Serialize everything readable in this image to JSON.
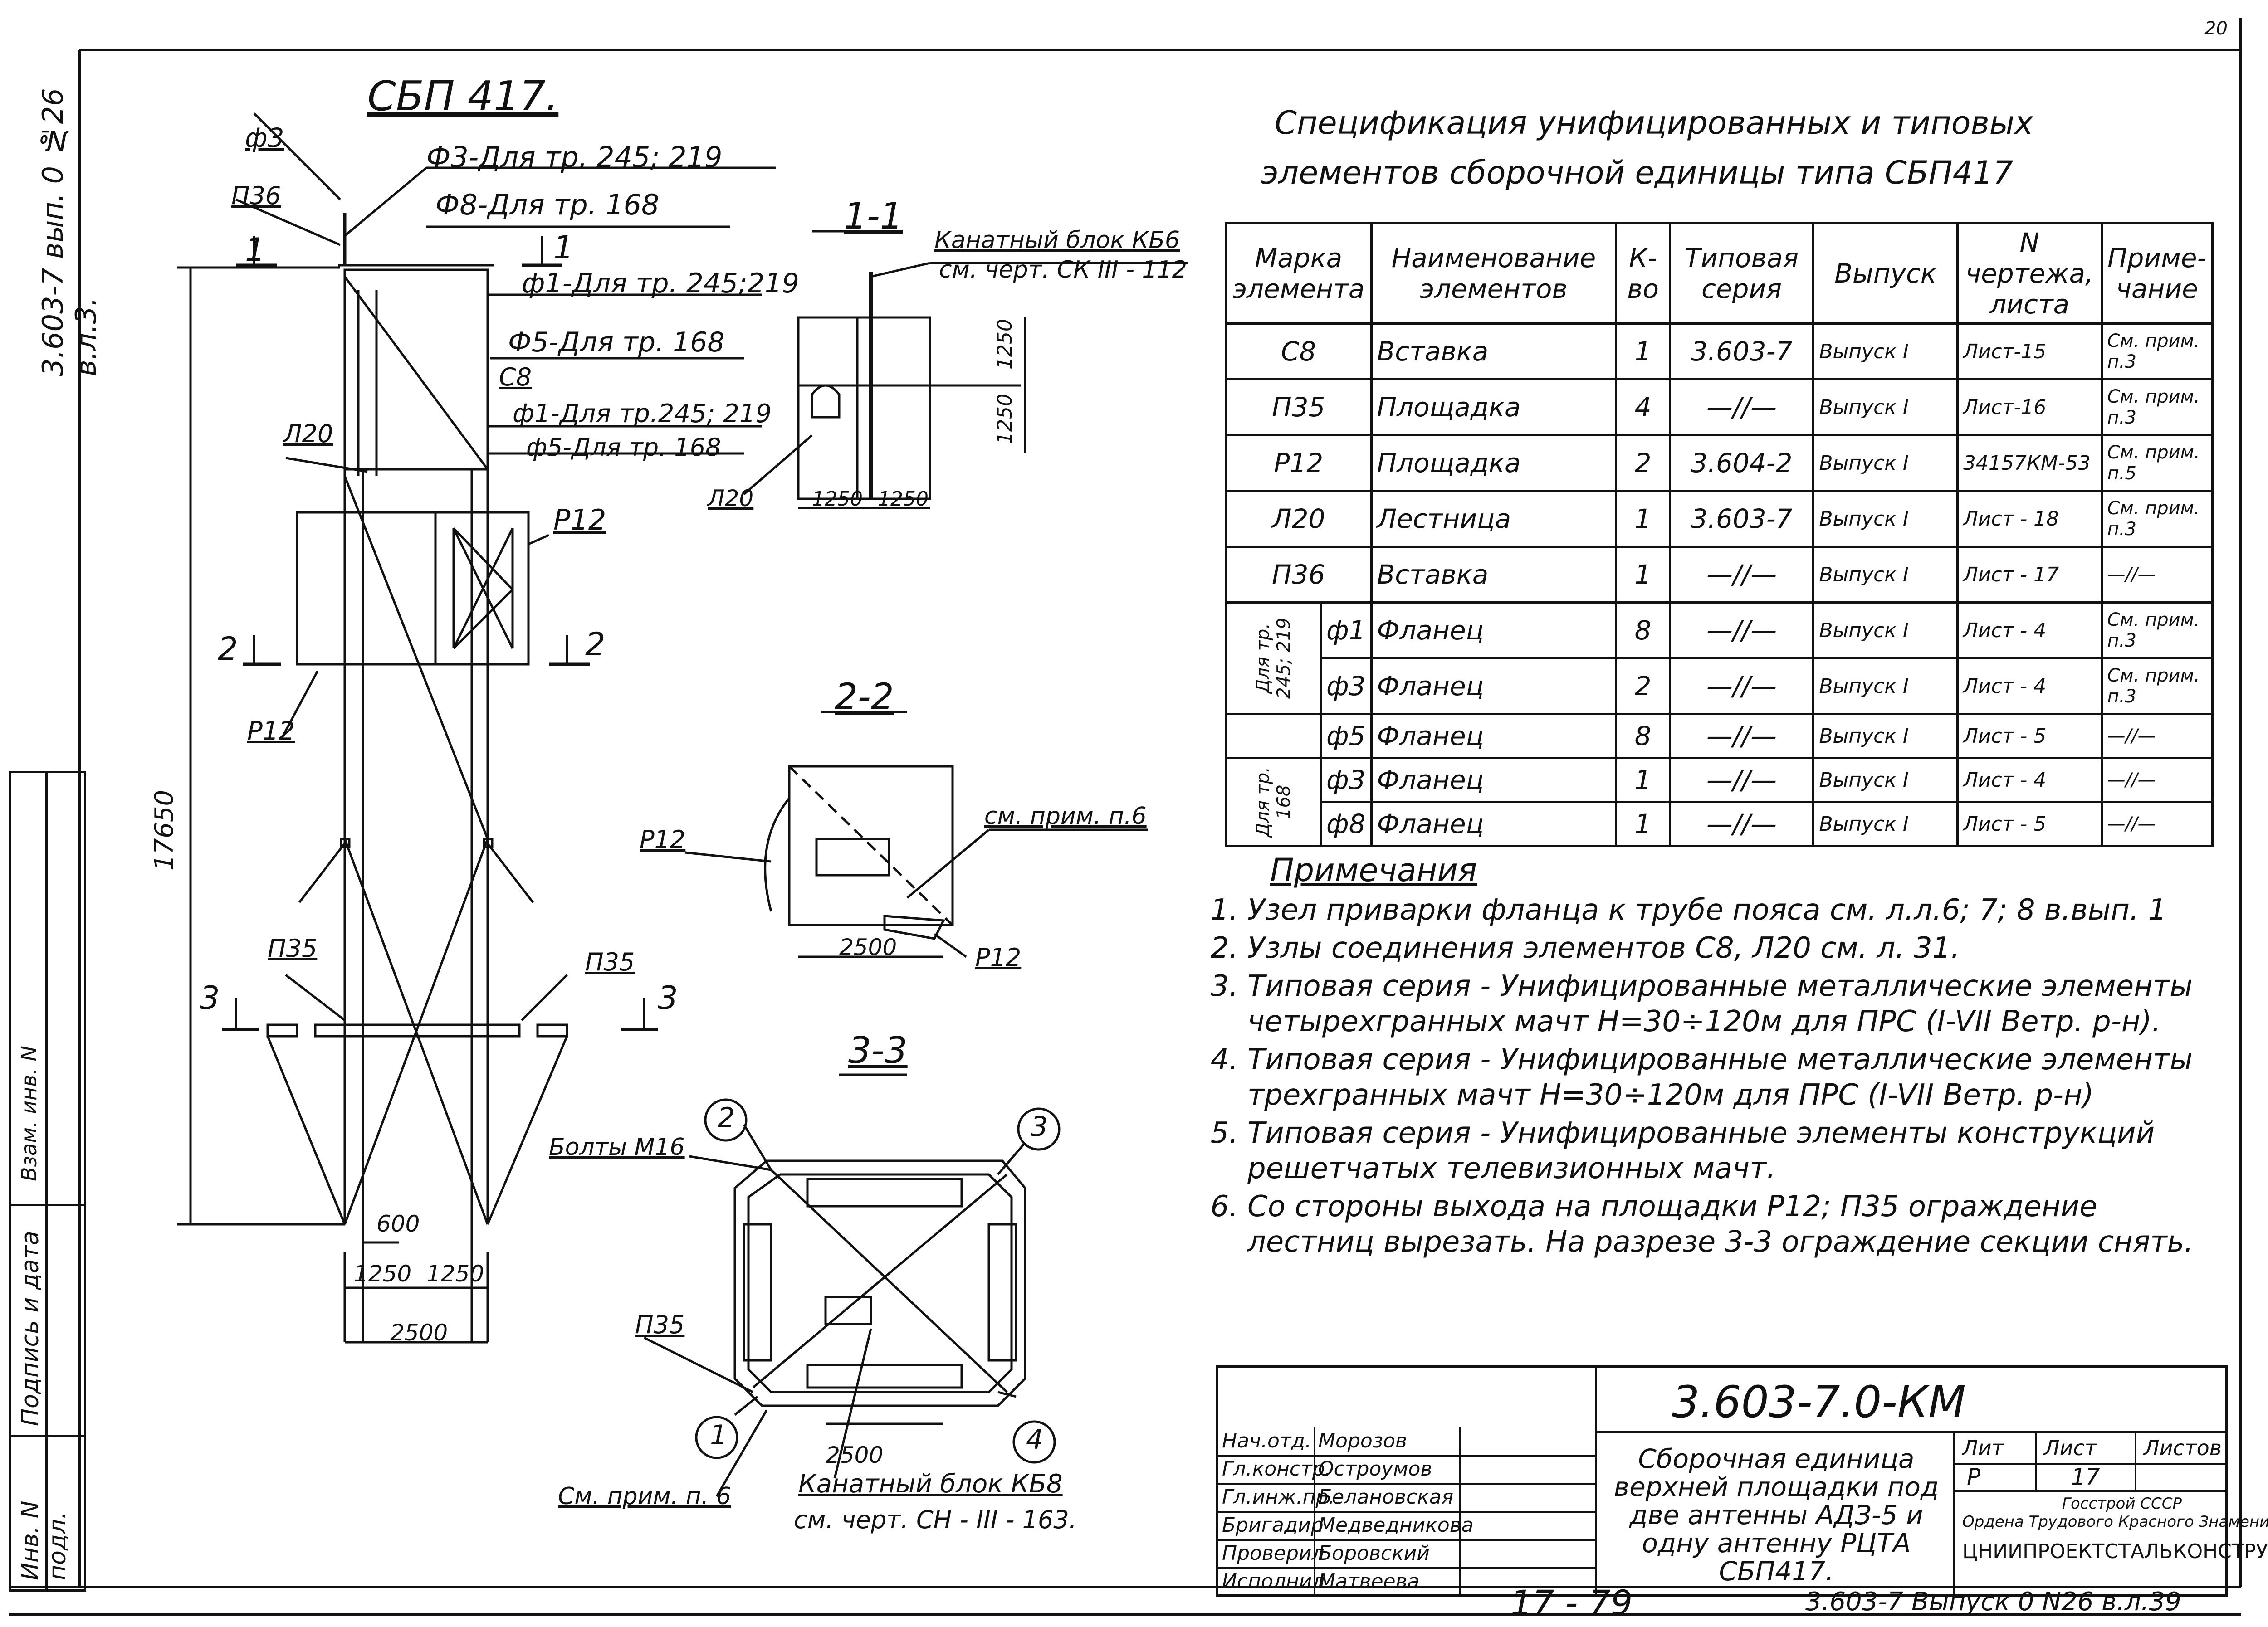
{
  "page_header_vertical": "3.603-7 вып. 0 №26 в.л.3.",
  "drawing_label": "СБП 417.",
  "main_view_labels": {
    "f3": "ф3",
    "p36": "П36",
    "section1": "1",
    "f3_note": "Ф3-Для тр. 245; 219",
    "f8_note": "Ф8-Для тр. 168",
    "f1_note_top": "ф1-Для тр. 245;219",
    "f5_note_top": "Ф5-Для тр. 168",
    "c8": "С8",
    "f1_note_bottom": "ф1-Для тр.245; 219",
    "f5_note_bottom": "ф5-Для тр. 168",
    "l20": "Л20",
    "r12_right": "Р12",
    "r12_left": "Р12",
    "section2": "2",
    "height_dim": "17650",
    "p35_left": "П35",
    "p35_right": "П35",
    "section3": "3",
    "dim_600": "600",
    "dim_1250_a": "1250",
    "dim_1250_b": "1250",
    "dim_2500": "2500"
  },
  "section_1_1": {
    "title": "1-1",
    "kanat_block": "Канатный блок КБ6",
    "kanat_ref": "см. черт. СК III - 112",
    "dim_1250_v1": "1250",
    "dim_1250_v2": "1250",
    "dim_1250_h1": "1250",
    "dim_1250_h2": "1250",
    "l20": "Л20"
  },
  "section_2_2": {
    "title": "2-2",
    "r12_left": "Р12",
    "note": "см. прим. п.6",
    "dim": "2500",
    "r12_right": "Р12"
  },
  "section_3_3": {
    "title": "3-3",
    "bolts": "Болты М16",
    "p35": "П35",
    "note": "См. прим. п. 6",
    "dim": "2500",
    "kanat_block": "Канатный блок КБ8",
    "kanat_ref": "см. черт. СН - III - 163.",
    "circle_1": "1",
    "circle_2": "2",
    "circle_3": "3",
    "circle_4": "4"
  },
  "spec": {
    "title_line1": "Спецификация унифицированных и типовых",
    "title_line2": "элементов сборочной единицы типа СБП417",
    "headers": {
      "mark": "Марка элемента",
      "name": "Наименование элементов",
      "qty": "К-во",
      "series": "Типовая серия",
      "issue": "Выпуск",
      "drawing": "N чертежа, листа",
      "note": "Приме- чание"
    },
    "group_245": "Для тр. 245; 219",
    "group_168": "Для тр. 168",
    "rows": [
      {
        "mark": "С8",
        "name": "Вставка",
        "qty": "1",
        "series": "3.603-7",
        "issue": "Выпуск I",
        "drawing": "Лист-15",
        "note": "См. прим. п.3"
      },
      {
        "mark": "П35",
        "name": "Площадка",
        "qty": "4",
        "series": "—//—",
        "issue": "Выпуск I",
        "drawing": "Лист-16",
        "note": "См. прим. п.3"
      },
      {
        "mark": "Р12",
        "name": "Площадка",
        "qty": "2",
        "series": "3.604-2",
        "issue": "Выпуск I",
        "drawing": "34157КМ-53",
        "note": "См. прим. п.5"
      },
      {
        "mark": "Л20",
        "name": "Лестница",
        "qty": "1",
        "series": "3.603-7",
        "issue": "Выпуск I",
        "drawing": "Лист - 18",
        "note": "См. прим. п.3"
      },
      {
        "mark": "П36",
        "name": "Вставка",
        "qty": "1",
        "series": "—//—",
        "issue": "Выпуск I",
        "drawing": "Лист - 17",
        "note": "—//—"
      },
      {
        "mark": "ф1",
        "name": "Фланец",
        "qty": "8",
        "series": "—//—",
        "issue": "Выпуск I",
        "drawing": "Лист - 4",
        "note": "См. прим. п.3"
      },
      {
        "mark": "ф3",
        "name": "Фланец",
        "qty": "2",
        "series": "—//—",
        "issue": "Выпуск I",
        "drawing": "Лист - 4",
        "note": "См. прим. п.3"
      },
      {
        "mark": "ф5",
        "name": "Фланец",
        "qty": "8",
        "series": "—//—",
        "issue": "Выпуск I",
        "drawing": "Лист - 5",
        "note": "—//—"
      },
      {
        "mark": "ф3",
        "name": "Фланец",
        "qty": "1",
        "series": "—//—",
        "issue": "Выпуск I",
        "drawing": "Лист - 4",
        "note": "—//—"
      },
      {
        "mark": "ф8",
        "name": "Фланец",
        "qty": "1",
        "series": "—//—",
        "issue": "Выпуск I",
        "drawing": "Лист - 5",
        "note": "—//—"
      }
    ]
  },
  "notes": {
    "title": "Примечания",
    "items": [
      "Узел приварки фланца к трубе пояса см. л.л.6; 7; 8 в.вып. 1",
      "Узлы соединения элементов С8, Л20 см. л. 31.",
      "Типовая серия - Унифицированные металлические элементы четырехгранных мачт Н=30÷120м для ПРС (I-VII Ветр. р-н).",
      "Типовая серия - Унифицированные металлические элементы трехгранных мачт Н=30÷120м для ПРС (I-VII Ветр. р-н)",
      "Типовая серия - Унифицированные элементы конструкций решетчатых телевизионных мачт.",
      "Со стороны выхода на площадки Р12; П35 ограждение лестниц вырезать. На разрезе 3-3 ограждение секции снять."
    ]
  },
  "stamp": {
    "doc_code": "3.603-7.0-КМ",
    "people": [
      {
        "role": "Нач.отд.",
        "name": "Морозов"
      },
      {
        "role": "Гл.констр.",
        "name": "Остроумов"
      },
      {
        "role": "Гл.инж.пр.",
        "name": "Белановская"
      },
      {
        "role": "Бригадир",
        "name": "Медведникова"
      },
      {
        "role": "Проверил",
        "name": "Боровский"
      },
      {
        "role": "Исполнил",
        "name": "Матвеева"
      }
    ],
    "title": "Сборочная единица верхней площадки под две антенны АДЗ-5 и одну антенну РЦТА СБП417.",
    "litera_label": "Лит",
    "sheet_label": "Лист",
    "sheets_label": "Листов",
    "litera": "Р",
    "sheet": "17",
    "org_line1": "Госстрой СССР",
    "org_line2": "Ордена Трудового Красного Знамени",
    "org_line3": "ЦНИИПРОЕКТСТАЛЬКОНСТРУКЦИЯ"
  },
  "left_strip": {
    "inv_podl": "Инв. N подл.",
    "podpis": "Подпись и дата",
    "vzam": "Взам. инв. N"
  },
  "footer": {
    "left_code": "17 - 79",
    "right_code": "3.603-7 Выпуск 0 N26 в.л.39"
  },
  "corner": "20"
}
